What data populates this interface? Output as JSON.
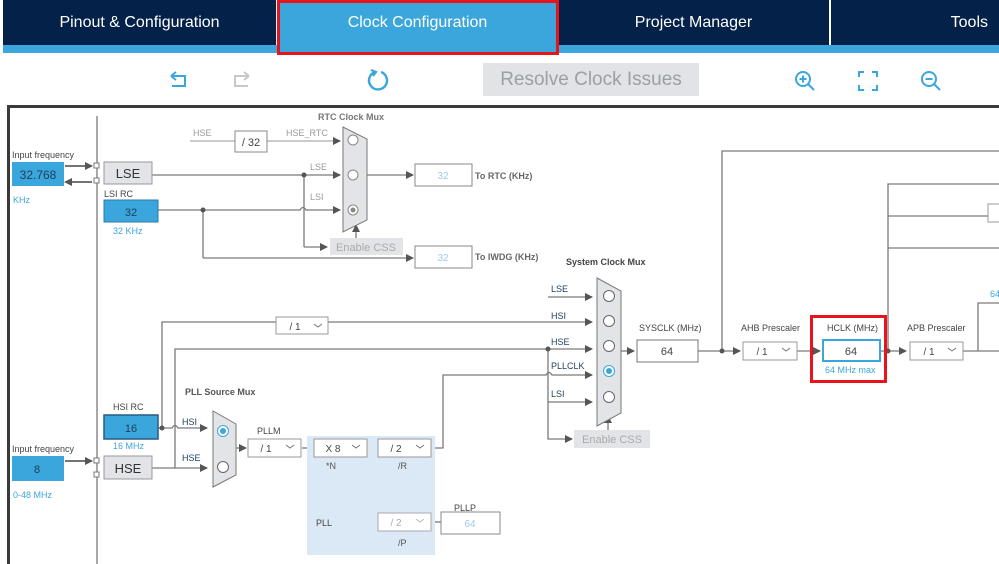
{
  "tabs": [
    {
      "label": "Pinout & Configuration",
      "active": false
    },
    {
      "label": "Clock Configuration",
      "active": true
    },
    {
      "label": "Project Manager",
      "active": false
    },
    {
      "label": "Tools",
      "active": false
    }
  ],
  "toolbar": {
    "undo_icon": "undo-icon",
    "redo_icon": "redo-icon",
    "reset_icon": "reset-icon",
    "resolve_label": "Resolve Clock Issues",
    "zoom_in_icon": "zoom-in-icon",
    "fit_icon": "fit-to-screen-icon",
    "zoom_out_icon": "zoom-out-icon"
  },
  "colors": {
    "tab_bg": "#04214a",
    "accent": "#3ba6db",
    "highlight": "#e8141b"
  },
  "diagram": {
    "lse_input": {
      "label": "Input frequency",
      "value": "32.768",
      "unit": "KHz"
    },
    "lse_block": "LSE",
    "lsi": {
      "label": "LSI RC",
      "value": "32",
      "unit": "32 KHz"
    },
    "hse_div": {
      "from": "HSE",
      "value": "/ 32",
      "to": "HSE_RTC"
    },
    "rtc_mux": {
      "title": "RTC Clock Mux",
      "inputs": [
        "HSE_RTC",
        "LSE",
        "LSI"
      ],
      "selected": "LSI"
    },
    "rtc_css": "Enable CSS",
    "to_rtc": {
      "value": "32",
      "label": "To RTC (KHz)"
    },
    "to_iwdg": {
      "value": "32",
      "label": "To IWDG (KHz)"
    },
    "hsi": {
      "label": "HSI RC",
      "value": "16",
      "unit": "16 MHz"
    },
    "hse_input": {
      "label": "Input frequency",
      "value": "8",
      "unit": "0-48 MHz"
    },
    "hse_block": "HSE",
    "hsi_div": "/ 1",
    "pll_mux": {
      "title": "PLL Source Mux",
      "inputs": [
        "HSI",
        "HSE"
      ],
      "selected": "HSI"
    },
    "pllm": {
      "label": "PLLM",
      "value": "/ 1"
    },
    "plln": {
      "value": "X 8",
      "label": "*N"
    },
    "pllr": {
      "value": "/ 2",
      "label": "/R"
    },
    "pllp": {
      "value": "/ 2",
      "label": "/P"
    },
    "pll_label": "PLL",
    "pllp_out": {
      "label": "PLLP",
      "value": "64"
    },
    "sys_mux": {
      "title": "System Clock Mux",
      "inputs": [
        "LSE",
        "HSI",
        "HSE",
        "PLLCLK",
        "LSI"
      ],
      "selected": "PLLCLK"
    },
    "sys_css": "Enable CSS",
    "sysclk": {
      "label": "SYSCLK (MHz)",
      "value": "64"
    },
    "ahb": {
      "label": "AHB Prescaler",
      "value": "/ 1"
    },
    "hclk": {
      "label": "HCLK (MHz)",
      "value": "64",
      "note": "64 MHz max"
    },
    "apb": {
      "label": "APB Prescaler",
      "value": "/ 1"
    },
    "apb_out_partial": "64"
  }
}
